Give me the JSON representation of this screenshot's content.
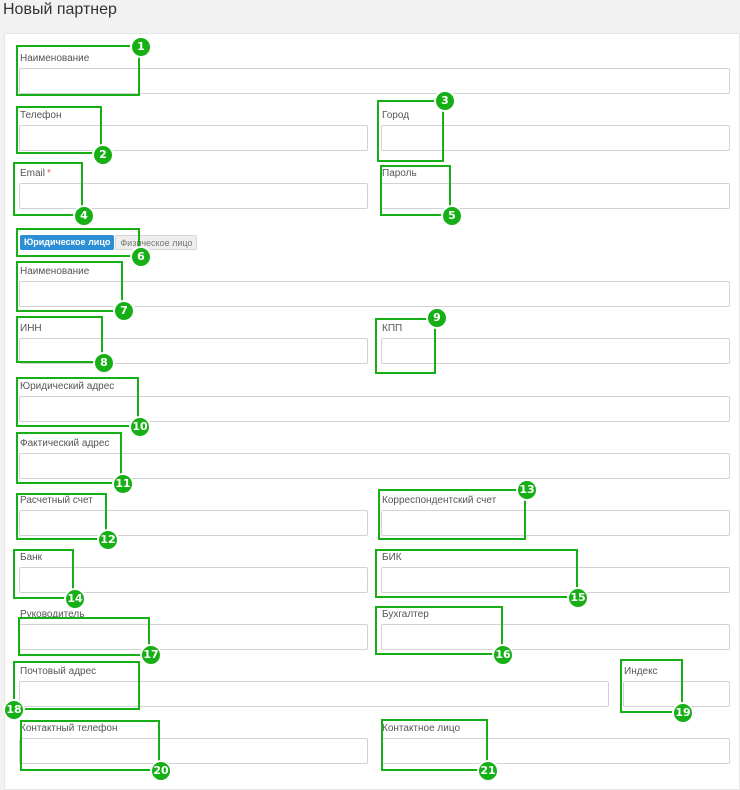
{
  "page": {
    "title": "Новый партнер"
  },
  "form": {
    "name_label": "Наименование",
    "phone_label": "Телефон",
    "city_label": "Город",
    "email_label": "Email",
    "email_required_mark": "*",
    "password_label": "Пароль",
    "entity_type": {
      "options": [
        "Юридическое лицо",
        "Физическое лицо"
      ],
      "selected": "Юридическое лицо"
    },
    "org_name_label": "Наименование",
    "inn_label": "ИНН",
    "kpp_label": "КПП",
    "legal_address_label": "Юридический адрес",
    "actual_address_label": "Фактический адрес",
    "settlement_account_label": "Расчетный счет",
    "correspondent_account_label": "Корреспондентский счет",
    "bank_label": "Банк",
    "bik_label": "БИК",
    "director_label": "Руководитель",
    "accountant_label": "Бухгалтер",
    "postal_address_label": "Почтовый адрес",
    "index_label": "Индекс",
    "contact_phone_label": "Контактный телефон",
    "contact_person_label": "Контактное лицо"
  },
  "annotations": {
    "color": "#16b016",
    "markers": [
      "1",
      "2",
      "3",
      "4",
      "5",
      "6",
      "7",
      "8",
      "9",
      "10",
      "11",
      "12",
      "13",
      "14",
      "15",
      "16",
      "17",
      "18",
      "19",
      "20",
      "21"
    ]
  }
}
